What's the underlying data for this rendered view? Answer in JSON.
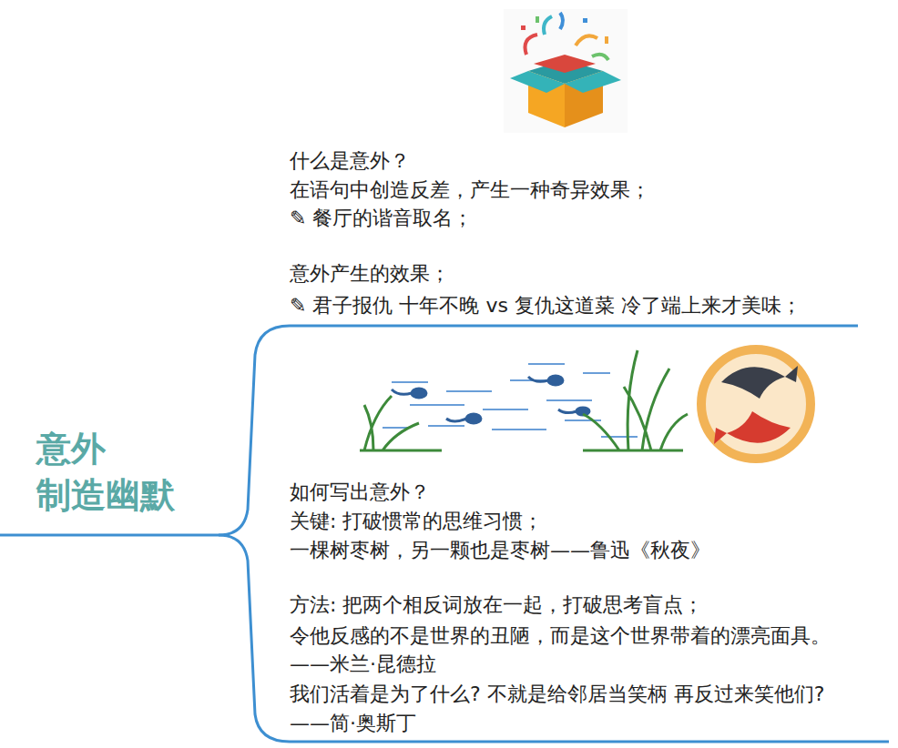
{
  "diagram": {
    "title": "意外 制造幽默",
    "labels": [
      "什么是意外？",
      "在语句中创造反差，产生一种奇异效果；",
      "✎ 餐厅的谐音取名；",
      "意外产生的效果；",
      "✎ 君子报仇 十年不晚 vs 复仇这道菜 冷了端上来才美味；",
      "如何写出意外？",
      "关键: 打破惯常的思维习惯；",
      "一棵树枣树，另一颗也是枣树——鲁迅《秋夜》",
      "方法: 把两个相反词放在一起，打破思考盲点；",
      "令他反感的不是世界的丑陋，而是这个世界带着的漂亮面具。",
      "——米兰·昆德拉",
      "我们活着是为了什么? 不就是给邻居当笑柄 再反过来笑他们?",
      "——简·奥斯丁"
    ]
  }
}
